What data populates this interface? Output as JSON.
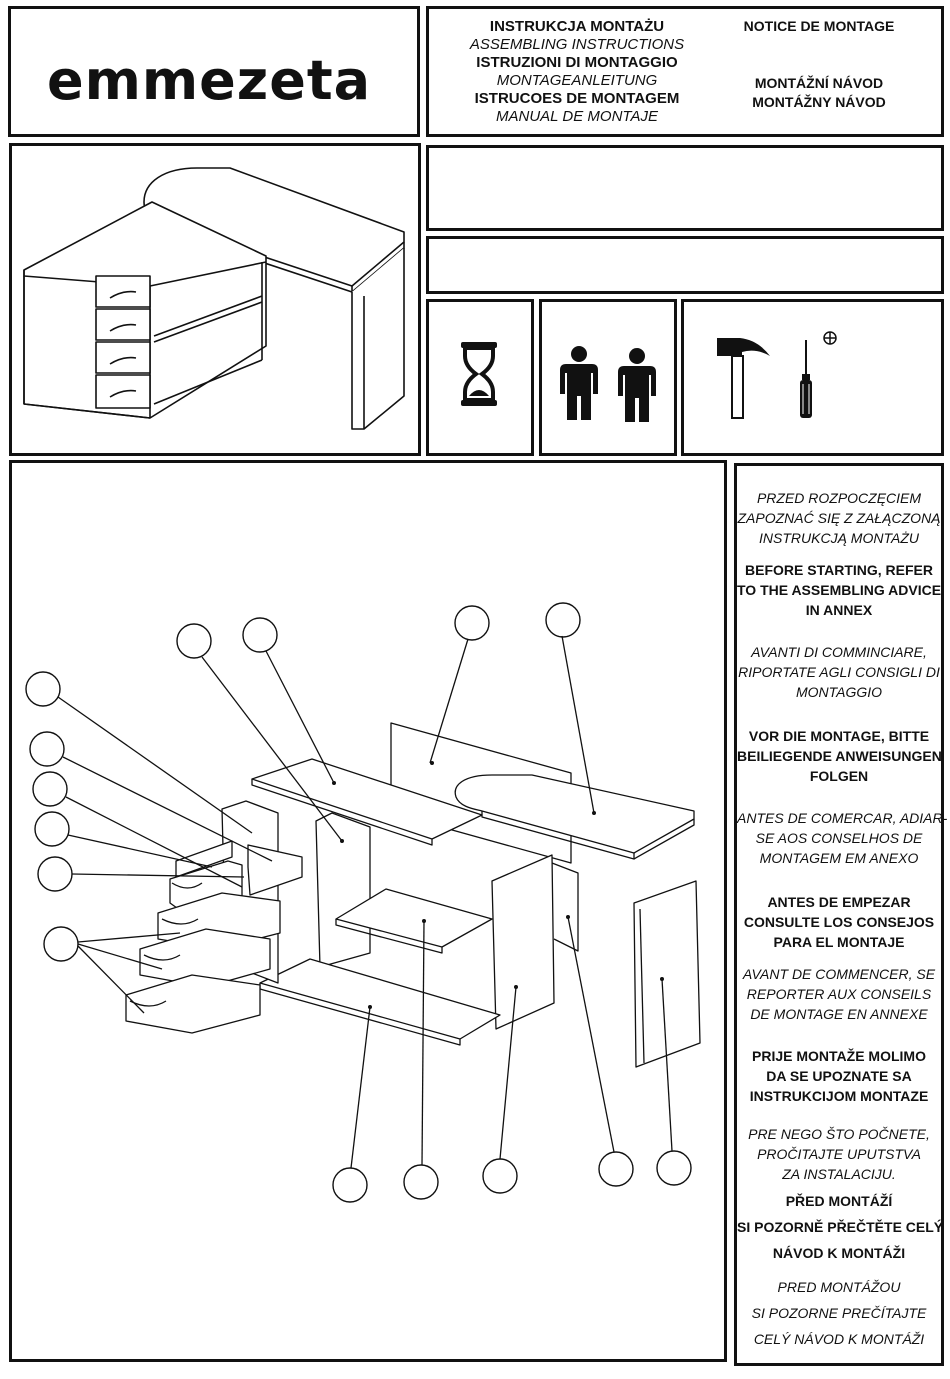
{
  "brand": "emmezeta",
  "header": {
    "lines": [
      {
        "text": "INSTRUKCJA MONTAŻU",
        "style": "bold"
      },
      {
        "text": "ASSEMBLING INSTRUCTIONS",
        "style": "italic"
      },
      {
        "text": "ISTRUZIONI DI MONTAGGIO",
        "style": "bold"
      },
      {
        "text": "MONTAGEANLEITUNG",
        "style": "italic"
      },
      {
        "text": "ISTRUCOES DE MONTAGEM",
        "style": "bold"
      },
      {
        "text": "MANUAL DE MONTAJE",
        "style": "italic"
      }
    ],
    "notice": [
      "NOTICE DE MONTAGE",
      "MONTÁŽNÍ NÁVOD",
      "MONTÁŽNY NÁVOD"
    ]
  },
  "icons": [
    "hourglass-icon",
    "two-persons-icon",
    "hammer-icon",
    "phillips-screwdriver-icon"
  ],
  "advice": [
    {
      "lines": [
        "PRZED ROZPOCZĘCIEM",
        "ZAPOZNAĆ SIĘ Z ZAŁĄCZONĄ",
        "INSTRUKCJĄ MONTAŻU"
      ],
      "style": "italic"
    },
    {
      "lines": [
        "BEFORE STARTING, REFER",
        "TO THE ASSEMBLING ADVICE",
        "IN ANNEX"
      ],
      "style": "bold"
    },
    {
      "lines": [
        "AVANTI DI COMMINCIARE,",
        "RIPORTATE AGLI CONSIGLI DI",
        "MONTAGGIO"
      ],
      "style": "italic"
    },
    {
      "lines": [
        "VOR DIE MONTAGE, BITTE",
        "BEILIEGENDE ANWEISUNGEN",
        "FOLGEN"
      ],
      "style": "bold"
    },
    {
      "lines": [
        "ANTES DE COMERCAR, ADIAR-",
        "SE AOS CONSELHOS DE",
        "MONTAGEM EM ANEXO"
      ],
      "style": "italic"
    },
    {
      "lines": [
        "ANTES DE EMPEZAR",
        "CONSULTE LOS CONSEJOS",
        "PARA EL MONTAJE"
      ],
      "style": "bold"
    },
    {
      "lines": [
        "AVANT DE COMMENCER, SE",
        "REPORTER AUX CONSEILS",
        "DE MONTAGE EN ANNEXE"
      ],
      "style": "italic"
    },
    {
      "lines": [
        "PRIJE MONTAŽE MOLIMO",
        "DA SE UPOZNATE SA",
        "INSTRUKCIJOM MONTAZE"
      ],
      "style": "bold"
    },
    {
      "lines": [
        "PRE NEGO ŠTO POČNETE,",
        "PROČITAJTE UPUTSTVA",
        "ZA INSTALACIJU."
      ],
      "style": "italic"
    },
    {
      "lines": [
        "PŘED MONTÁŽÍ",
        "SI POZORNĚ PŘEČTĚTE CELÝ",
        "NÁVOD K MONTÁŽI"
      ],
      "style": "bold"
    },
    {
      "lines": [
        "PRED MONTÁŽOU",
        "SI POZORNE PREČÍTAJTE",
        "CELÝ NÁVOD K MONTÁŽI"
      ],
      "style": "italic"
    }
  ]
}
